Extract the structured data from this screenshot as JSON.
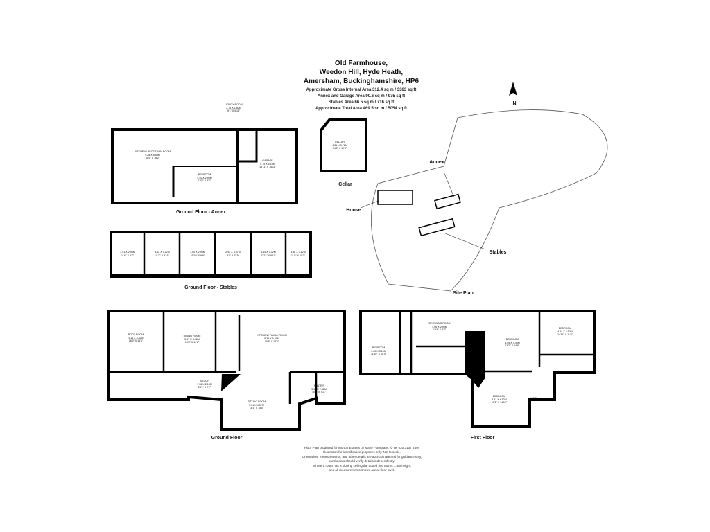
{
  "header": {
    "title_lines": [
      "Old Farmhouse,",
      "Weedon Hill, Hyde Heath,",
      "Amersham, Buckinghamshire, HP6"
    ],
    "areas": [
      "Approximate Gross Internal Area 312.4 sq m  /  3363 sq ft",
      "Annex and Garage Area 90.6 sq m  /  975 sq ft",
      "Stables Area 66.5 sq m  /  716 sq ft",
      "Approximate Total Area 469.5 sq m / 5054 sq ft"
    ]
  },
  "north": "N",
  "annex": {
    "caption": "Ground Floor - Annex",
    "rooms": [
      {
        "name": "Kitchen / Reception Room",
        "metric": "9.28 x 5.54M",
        "imperial": "30'6\" x 18'2\""
      },
      {
        "name": "Bedroom",
        "metric": "4.40 x 2.90M",
        "imperial": "14'5\" x 9'7\""
      },
      {
        "name": "Utility Room",
        "metric": "2.76 x 1.80M",
        "imperial": "9'1\" x 5'11\""
      },
      {
        "name": "Garage",
        "metric": "5.75 x 5.16M",
        "imperial": "18'11\" x 16'11\""
      }
    ]
  },
  "cellar": {
    "caption": "Cellar",
    "name": "Cellar",
    "metric": "4.31 x 3.76M",
    "imperial": "14'2\" x 12'4\""
  },
  "stables": {
    "caption": "Ground Floor - Stables",
    "rooms": [
      {
        "metric": "3.51 x 2.93M",
        "imperial": "11'6\" x 9'7\""
      },
      {
        "metric": "3.52 x 3.02M",
        "imperial": "11'7\" x 9'11\""
      },
      {
        "metric": "3.60 x 2.98M",
        "imperial": "11'10\" x 9'9\""
      },
      {
        "metric": "2.92 x 3.47M",
        "imperial": "9'7\" x 11'5\""
      },
      {
        "metric": "3.64 x 3.02M",
        "imperial": "11'11\" x 9'11\""
      },
      {
        "metric": "3.56 x 3.12M",
        "imperial": "11'8\" x 10'3\""
      }
    ]
  },
  "ground": {
    "caption": "Ground Floor",
    "rooms": [
      {
        "name": "Boot Room",
        "metric": "5.11 x 4.42M",
        "imperial": "16'9\" x 14'6\""
      },
      {
        "name": "Dining Room",
        "metric": "5.07 x 4.48M",
        "imperial": "16'8\" x 14'8\""
      },
      {
        "name": "Kitchen / Family Room",
        "metric": "9.35 x 5.35M",
        "imperial": "30'8\" x 17'6\""
      },
      {
        "name": "Study",
        "metric": "7.36 x 2.18M",
        "imperial": "24'1\" x 7'2\""
      },
      {
        "name": "Sitting Room",
        "metric": "5.51 x 4.57M",
        "imperial": "18'1\" x 15'0\""
      },
      {
        "name": "Pantry",
        "metric": "3.12 x 2.41M",
        "imperial": "10'3\" x 7'11\""
      }
    ]
  },
  "first": {
    "caption": "First Floor",
    "void": "Void",
    "rooms": [
      {
        "name": "Bedroom",
        "metric": "3.60 x 3.16M",
        "imperial": "11'10\" x 10'4\""
      },
      {
        "name": "Dressing Room",
        "metric": "4.06 x 2.90M",
        "imperial": "13'4\" x 9'7\""
      },
      {
        "name": "Bedroom",
        "metric": "5.05 x 4.46M",
        "imperial": "16'7\" x 14'8\""
      },
      {
        "name": "Bedroom",
        "metric": "4.54 x 3.50M",
        "imperial": "14'11\" x 11'6\""
      },
      {
        "name": "Bedroom",
        "metric": "4.61 x 4.52M",
        "imperial": "15'1\" x 14'10\""
      }
    ]
  },
  "site": {
    "caption": "Site Plan",
    "labels": {
      "annex": "Annex",
      "house": "House",
      "stables": "Stables"
    }
  },
  "footer": [
    "Floor Plan produced for Morton Estates by Mayo Floorplans. ©  Tel 020 3107 4594",
    "Illustration for identification purposes only. Not to scale.",
    "Orientation, measurements, and other details are approximate and for guidance only,",
    "purchasers should verify details independently.",
    "Where a room has a sloping ceiling the dotted line marks 1.5M height,",
    "and all measurements shown are at floor level."
  ]
}
